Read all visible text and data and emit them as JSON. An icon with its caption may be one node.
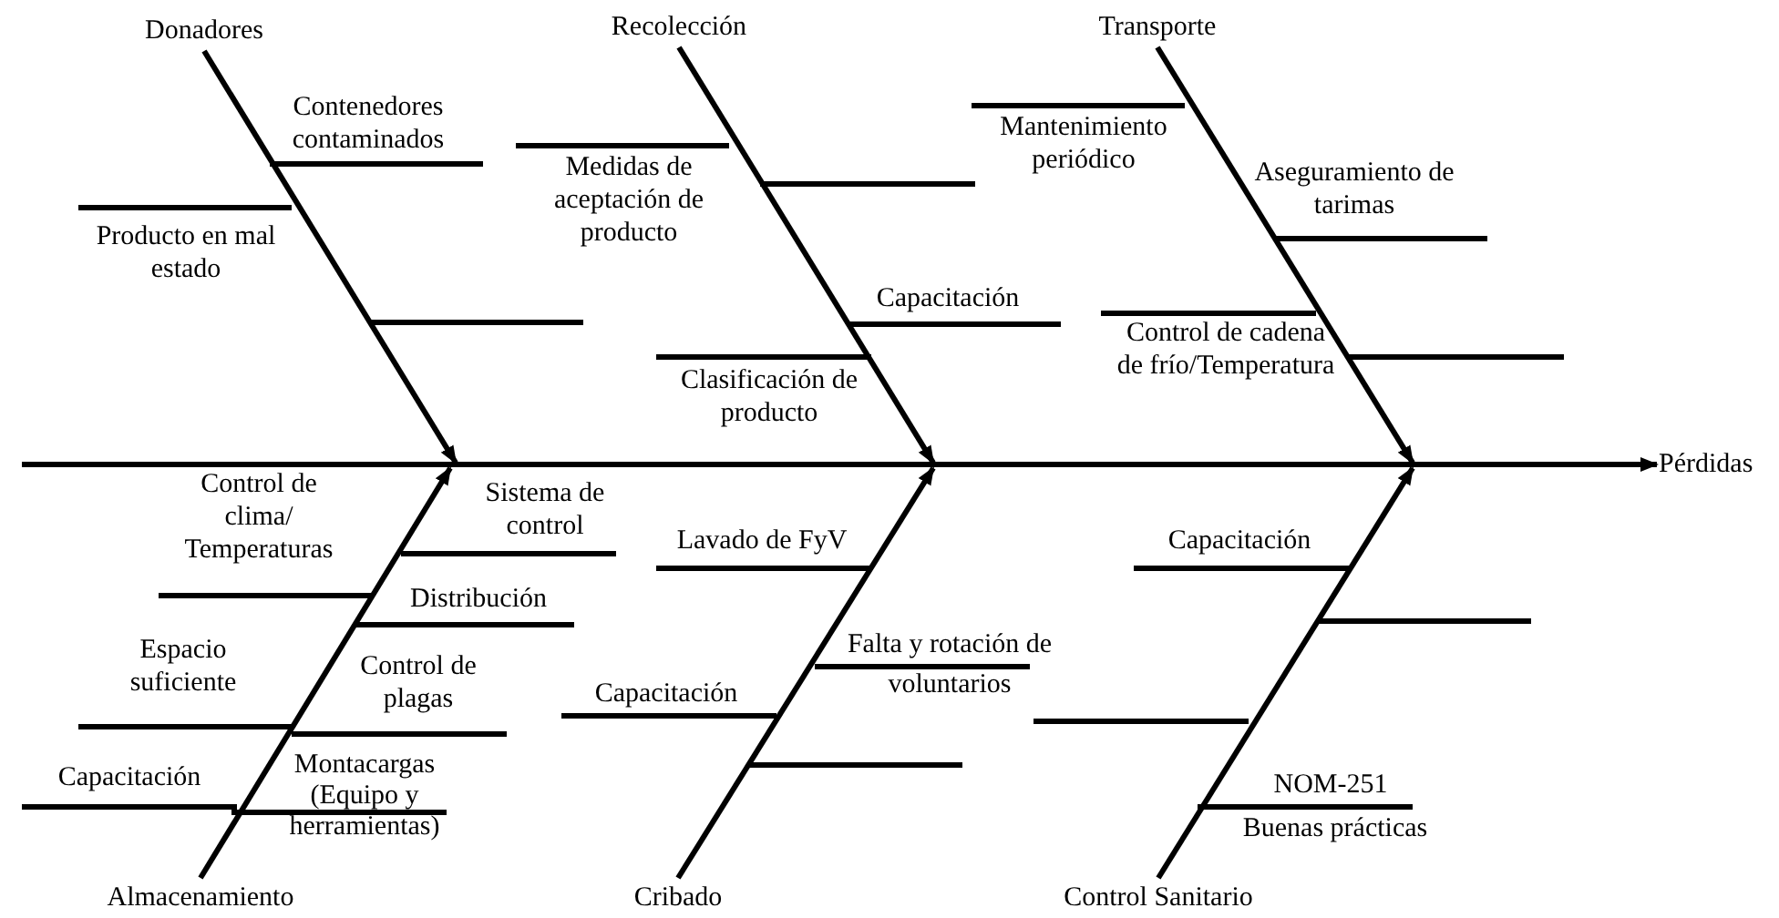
{
  "diagram": {
    "nodes": [
      {
        "text": [
          "Pérdidas"
        ]
      },
      {
        "text": [
          "Donadores"
        ]
      },
      {
        "text": [
          "Recolección"
        ]
      },
      {
        "text": [
          "Transporte"
        ]
      },
      {
        "text": [
          "Almacenamiento"
        ]
      },
      {
        "text": [
          "Cribado"
        ]
      },
      {
        "text": [
          "Control Sanitario"
        ]
      }
    ],
    "edges": [
      {
        "from": null,
        "to": 0,
        "arrow": "to"
      },
      {
        "from": 1,
        "to": null,
        "arrow": "to"
      },
      {
        "from": 2,
        "to": null,
        "arrow": "to"
      },
      {
        "from": 3,
        "to": null,
        "arrow": "to"
      },
      {
        "from": 4,
        "to": null,
        "arrow": "to"
      },
      {
        "from": 5,
        "to": null,
        "arrow": "to"
      },
      {
        "from": 6,
        "to": null,
        "arrow": "to"
      }
    ],
    "labels": [
      "Contenedores contaminados",
      "Medidas de aceptación de producto",
      "Mantenimiento periódico",
      "Aseguramiento de tarimas",
      "Producto en mal estado",
      "Capacitación",
      "Control de cadena de frío/Temperatura",
      "Clasificación de producto",
      "Control de clima/ Temperaturas",
      "Sistema de control",
      "Lavado de FyV",
      "Distribución",
      "Capacitación",
      "Espacio suficiente",
      "Control de plagas",
      "Falta y rotación de voluntarios",
      "Capacitación",
      "Capacitación",
      "Montacargas (Equipo y herramientas)",
      "NOM-251",
      "Buenas prácticas"
    ]
  }
}
